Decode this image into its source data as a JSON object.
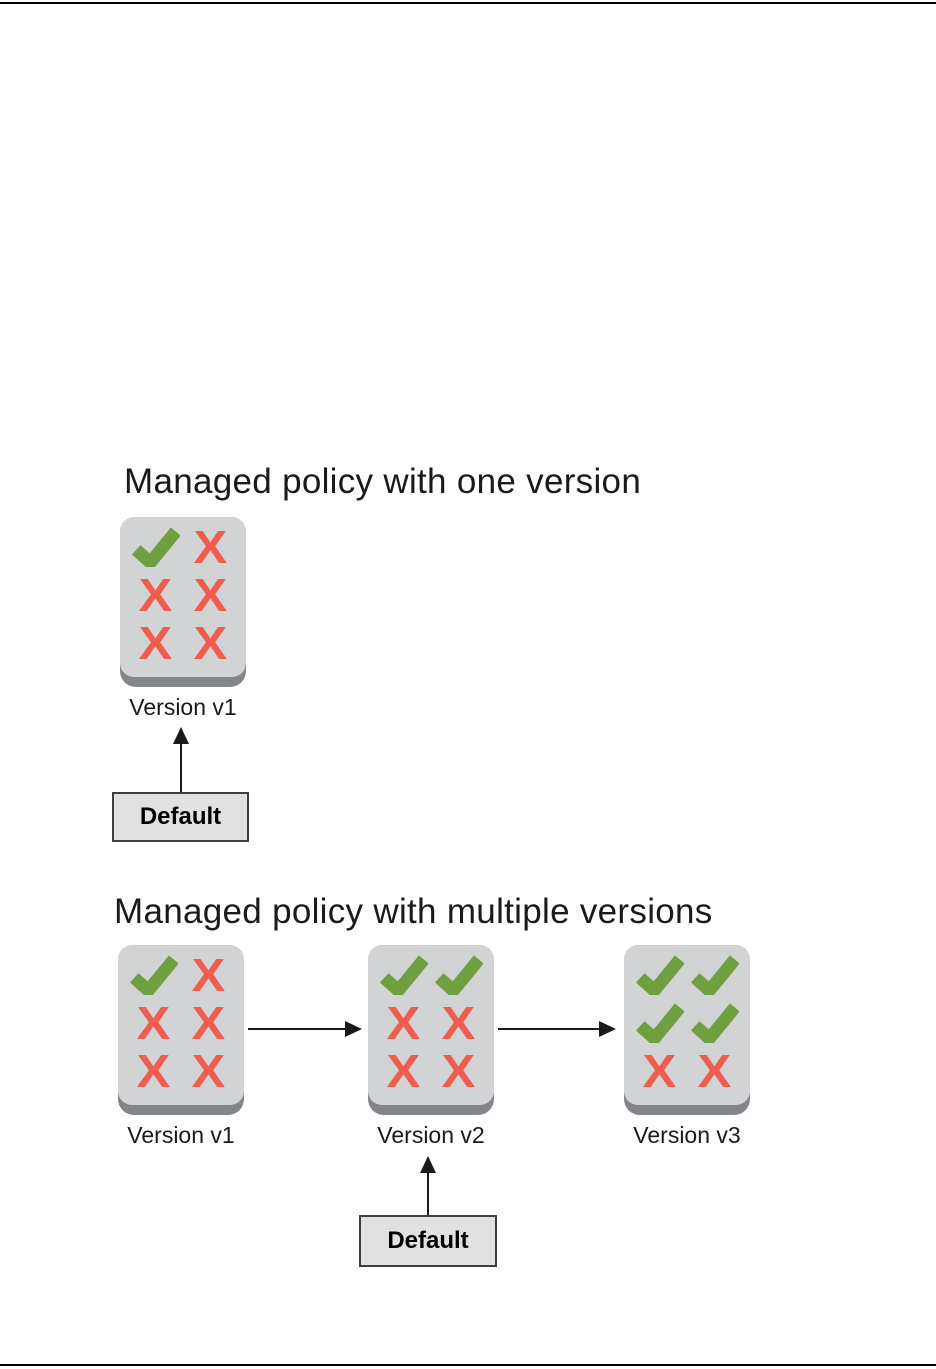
{
  "colors": {
    "card_fill": "#d1d3d4",
    "card_base": "#82858a",
    "check_green": "#6f9f41",
    "x_red": "#f05c4e",
    "default_fill": "#e1e1e1",
    "default_border": "#3f3f3f",
    "text": "#1a1a1a",
    "arrow": "#1a1a1a",
    "rule": "#000000"
  },
  "sections": [
    {
      "title": "Managed policy with one version",
      "default_label": "Default",
      "policies": [
        {
          "label": "Version v1",
          "marks": [
            "check",
            "x",
            "x",
            "x",
            "x",
            "x"
          ],
          "is_default": true
        }
      ]
    },
    {
      "title": "Managed policy with multiple versions",
      "default_label": "Default",
      "policies": [
        {
          "label": "Version v1",
          "marks": [
            "check",
            "x",
            "x",
            "x",
            "x",
            "x"
          ],
          "is_default": false
        },
        {
          "label": "Version v2",
          "marks": [
            "check",
            "check",
            "x",
            "x",
            "x",
            "x"
          ],
          "is_default": true
        },
        {
          "label": "Version v3",
          "marks": [
            "check",
            "check",
            "check",
            "check",
            "x",
            "x"
          ],
          "is_default": false
        }
      ]
    }
  ]
}
